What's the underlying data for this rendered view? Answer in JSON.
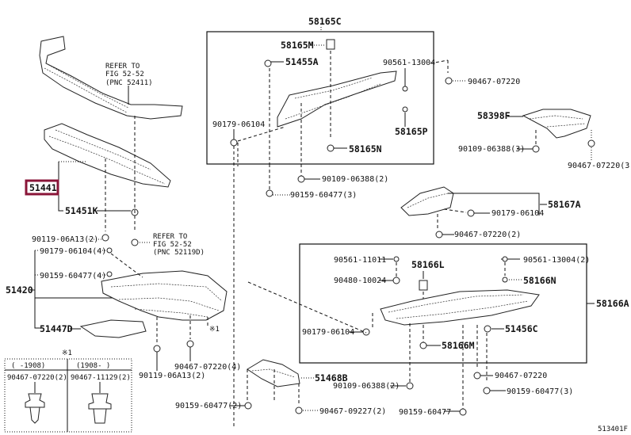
{
  "diagram": {
    "title": "Engine Under Cover / Fender Apron Seal Parts Diagram",
    "figure_code": "513401F",
    "highlighted_part": "51441",
    "highlight_color": "#8a1538",
    "labels": {
      "refer1": [
        "REFER TO",
        "FIG 52-52",
        "(PNC 52411)"
      ],
      "refer2": [
        "REFER TO",
        "FIG 52-52",
        "(PNC 52119D)"
      ],
      "p51441": "51441",
      "p51451K": "51451K",
      "p90119_a": "90119-06A13(2)",
      "p90179_4": "90179-06104(4)",
      "p90159_4": "90159-60477(4)",
      "p51420": "51420",
      "p51447D": "51447D",
      "p90119_b": "90119-06A13(2)",
      "p90467_4": "90467-07220(4)",
      "p90159_2a": "90159-60477(2)",
      "p58165C": "58165C",
      "p58165M": "58165M",
      "p51455A": "51455A",
      "p90561_a": "90561-13004",
      "p90179_a": "90179-06104",
      "p58165P": "58165P",
      "p58165N": "58165N",
      "p90109_2a": "90109-06388(2)",
      "p90159_3a": "90159-60477(3)",
      "p90467_a": "90467-07220",
      "p58398F": "58398F",
      "p90109_3": "90109-06388(3)",
      "p90467_3": "90467-07220(3)",
      "p58167A": "58167A",
      "p90179_b": "90179-06104",
      "p90467_2": "90467-07220(2)",
      "p90561_b": "90561-11011",
      "p90480": "90480-10024",
      "p58166L": "58166L",
      "p90561_c": "90561-13004(2)",
      "p58166N": "58166N",
      "p58166A": "58166A",
      "p90179_c": "90179-06104",
      "p51456C": "51456C",
      "p58166M": "58166M",
      "p51468B": "51468B",
      "p90109_2b": "90109-06388(2)",
      "p90467_b": "90467-07220",
      "p90159_3b": "90159-60477(3)",
      "p90467_09227": "90467-09227(2)",
      "p90159_single": "90159-60477",
      "p90159_2b": "90159-60477(2)"
    },
    "inset": {
      "mark": "※1",
      "col1_header": "(    -1908)",
      "col2_header": "(1908-    )",
      "col1_part": "90467-07220(2)",
      "col2_part": "90467-11129(2)"
    },
    "note_mark": "※1"
  }
}
